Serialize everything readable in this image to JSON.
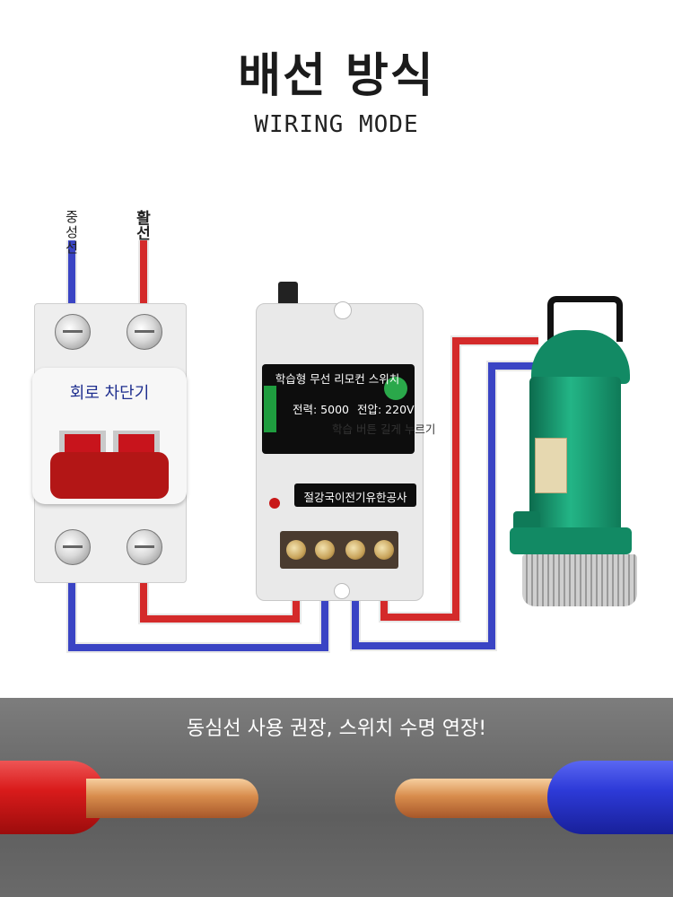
{
  "header": {
    "title": "배선 방식",
    "subtitle": "WIRING MODE"
  },
  "wire_labels": {
    "neutral": "중성선",
    "live": "활선"
  },
  "breaker": {
    "name": "회로 차단기"
  },
  "remote_switch": {
    "title": "학습형 무선 리모컨 스위치",
    "power": "전력: 5000",
    "voltage": "전압: 220V",
    "hint": "학습 버튼 길게 누르기",
    "maker": "절강국이전기유한공사"
  },
  "banner": {
    "text": "동심선 사용 권장, 스위치 수명 연장!"
  },
  "colors": {
    "live_wire": "#d42a2a",
    "neutral_wire": "#3a44c4",
    "breaker_toggle": "#b31616",
    "pump_green": "#128a64"
  }
}
